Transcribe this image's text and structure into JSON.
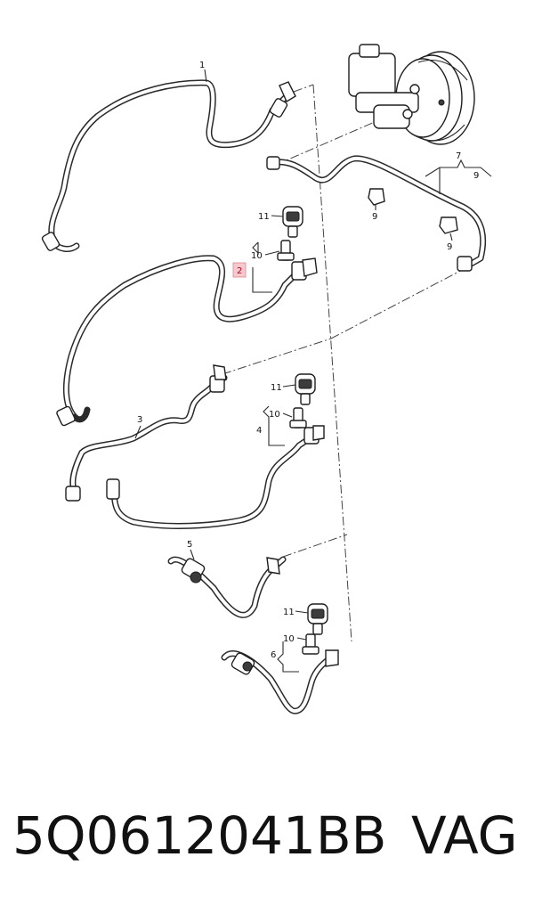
{
  "callouts": {
    "c1": "1",
    "c2": "2",
    "c3": "3",
    "c4": "4",
    "c5": "5",
    "c6": "6",
    "c7": "7",
    "c9": "9",
    "c10": "10",
    "c11": "11"
  },
  "footer": {
    "part_number": "5Q0612041BB",
    "brand": "VAG"
  },
  "colors": {
    "line": "#2a2a2a",
    "highlight_box": "#f6c9cf",
    "highlight_text": "#b00020"
  }
}
